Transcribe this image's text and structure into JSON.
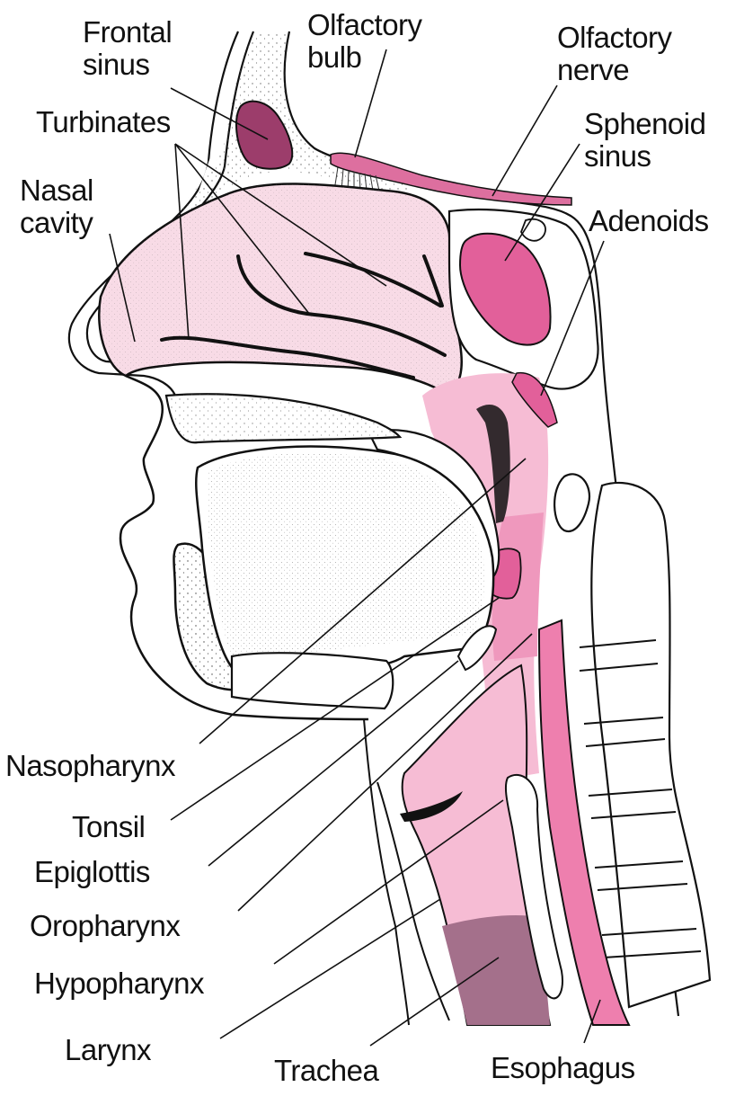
{
  "diagram": {
    "title": "Sagittal section of head and neck: nose, mouth and throat",
    "colors": {
      "nasal_cavity": "#f8dbe6",
      "pharynx_light": "#f6bcd4",
      "pharynx_mid": "#ef98bd",
      "esophagus": "#ee7fae",
      "frontal_sinus": "#9c3d6b",
      "sphenoid_sinus": "#e2609a",
      "olfactory": "#dd6f9f",
      "trachea_dark": "#a4708b",
      "outline": "#111111",
      "bone_fill": "#ffffff"
    },
    "labels": {
      "frontal_sinus": [
        "Frontal",
        "sinus"
      ],
      "olfactory_bulb": [
        "Olfactory",
        "bulb"
      ],
      "olfactory_nerve": [
        "Olfactory",
        "nerve"
      ],
      "sphenoid_sinus": [
        "Sphenoid",
        "sinus"
      ],
      "turbinates": [
        "Turbinates"
      ],
      "nasal_cavity": [
        "Nasal",
        "cavity"
      ],
      "adenoids": [
        "Adenoids"
      ],
      "nasopharynx": [
        "Nasopharynx"
      ],
      "tonsil": [
        "Tonsil"
      ],
      "epiglottis": [
        "Epiglottis"
      ],
      "oropharynx": [
        "Oropharynx"
      ],
      "hypopharynx": [
        "Hypopharynx"
      ],
      "larynx": [
        "Larynx"
      ],
      "trachea": [
        "Trachea"
      ],
      "esophagus": [
        "Esophagus"
      ]
    }
  }
}
